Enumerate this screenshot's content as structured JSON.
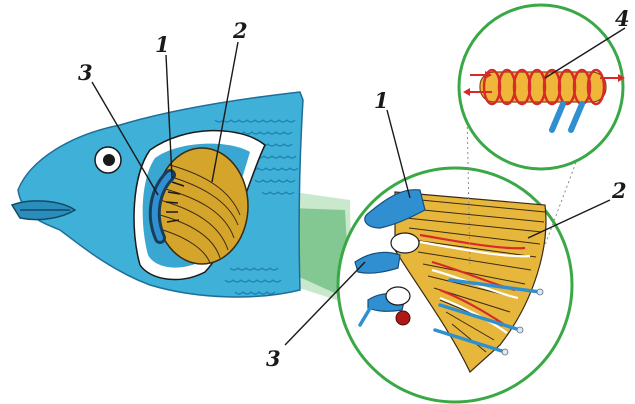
{
  "labels": {
    "fish_gill_filaments": "1",
    "fish_gill_arch": "2",
    "fish_gill_rakers": "3",
    "detail_gill_arch": "1",
    "detail_filaments": "2",
    "detail_rakers": "3",
    "capillary_detail": "4"
  },
  "colors": {
    "fish_body": "#3fb0d8",
    "fish_scales": "#1f7fb0",
    "gill_cover": "#ffffff",
    "gill_gold": "#d4a52a",
    "gill_stripes": "#3b2a14",
    "arch_blue": "#2f8fd0",
    "blood_red": "#d92a2a",
    "circle_outline": "#39a845",
    "green_wedge": "#2e9e5a"
  }
}
